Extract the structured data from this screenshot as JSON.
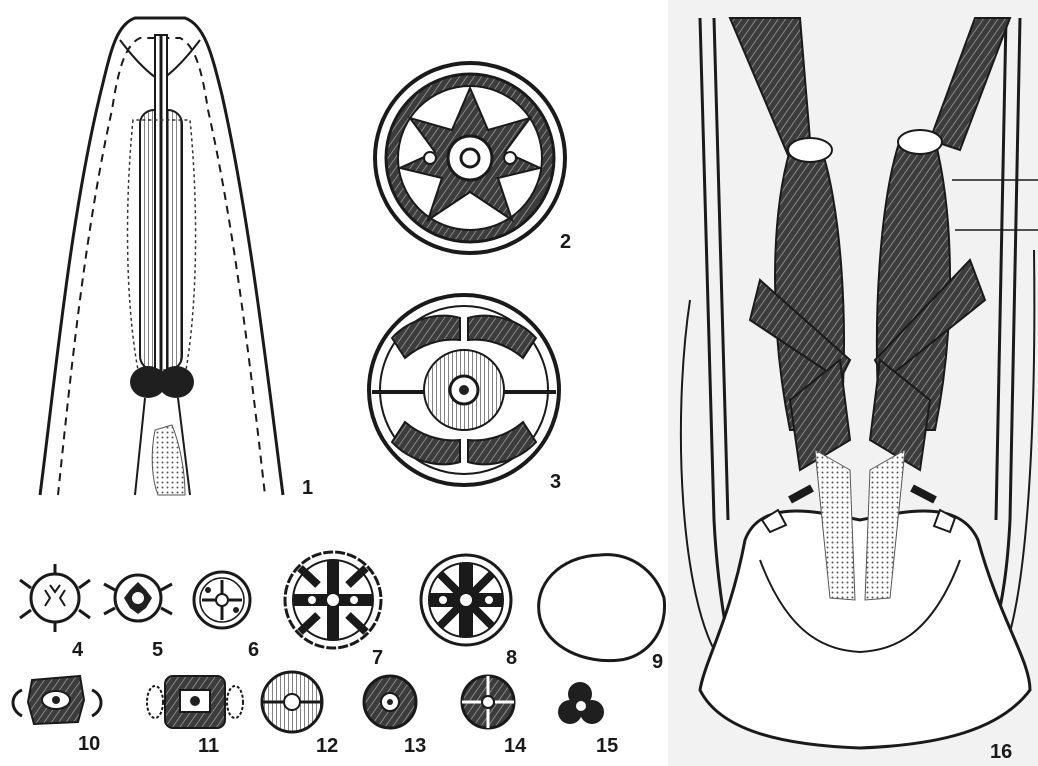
{
  "plate": {
    "figure_numbers": [
      "1",
      "2",
      "3",
      "4",
      "5",
      "6",
      "7",
      "8",
      "9",
      "10",
      "11",
      "12",
      "13",
      "14",
      "15",
      "16"
    ]
  },
  "colors": {
    "ink": "#1a1a1a",
    "background": "#ffffff",
    "stipple": "#5a5a5a"
  }
}
